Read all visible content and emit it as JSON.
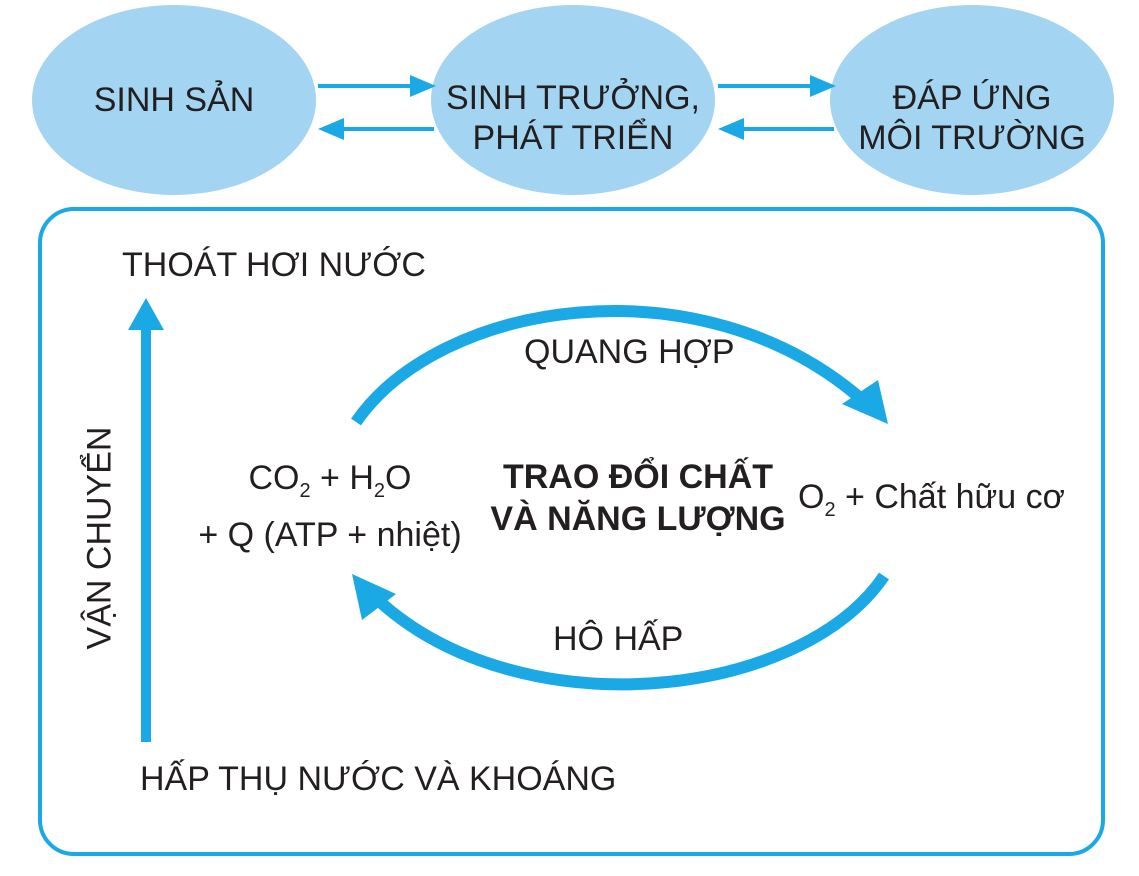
{
  "top_row": {
    "reproduction": "SINH SẢN",
    "growth_line1": "SINH TRƯỞNG,",
    "growth_line2": "PHÁT TRIỂN",
    "response_line1": "ĐÁP ỨNG",
    "response_line2": "MÔI TRƯỜNG"
  },
  "box": {
    "transpiration": "THOÁT HƠI NƯỚC",
    "transport": "VẬN CHUYỂN",
    "absorption": "HẤP THỤ NƯỚC VÀ KHOÁNG",
    "photosynthesis": "QUANG HỢP",
    "respiration": "HÔ HẤP",
    "center_line1": "TRAO ĐỔI CHẤT",
    "center_line2": "VÀ NĂNG LƯỢNG",
    "left_co": "CO",
    "left_co_sub": "2",
    "left_plus_h": " + H",
    "left_h_sub": "2",
    "left_o": "O",
    "left_line2": "+ Q (ATP + nhiệt)",
    "right_o": "O",
    "right_o_sub": "2",
    "right_rest": " + Chất hữu cơ"
  },
  "colors": {
    "oval_fill": "#a3d4f1",
    "arrow": "#1ba9e5",
    "text": "#231f20"
  }
}
